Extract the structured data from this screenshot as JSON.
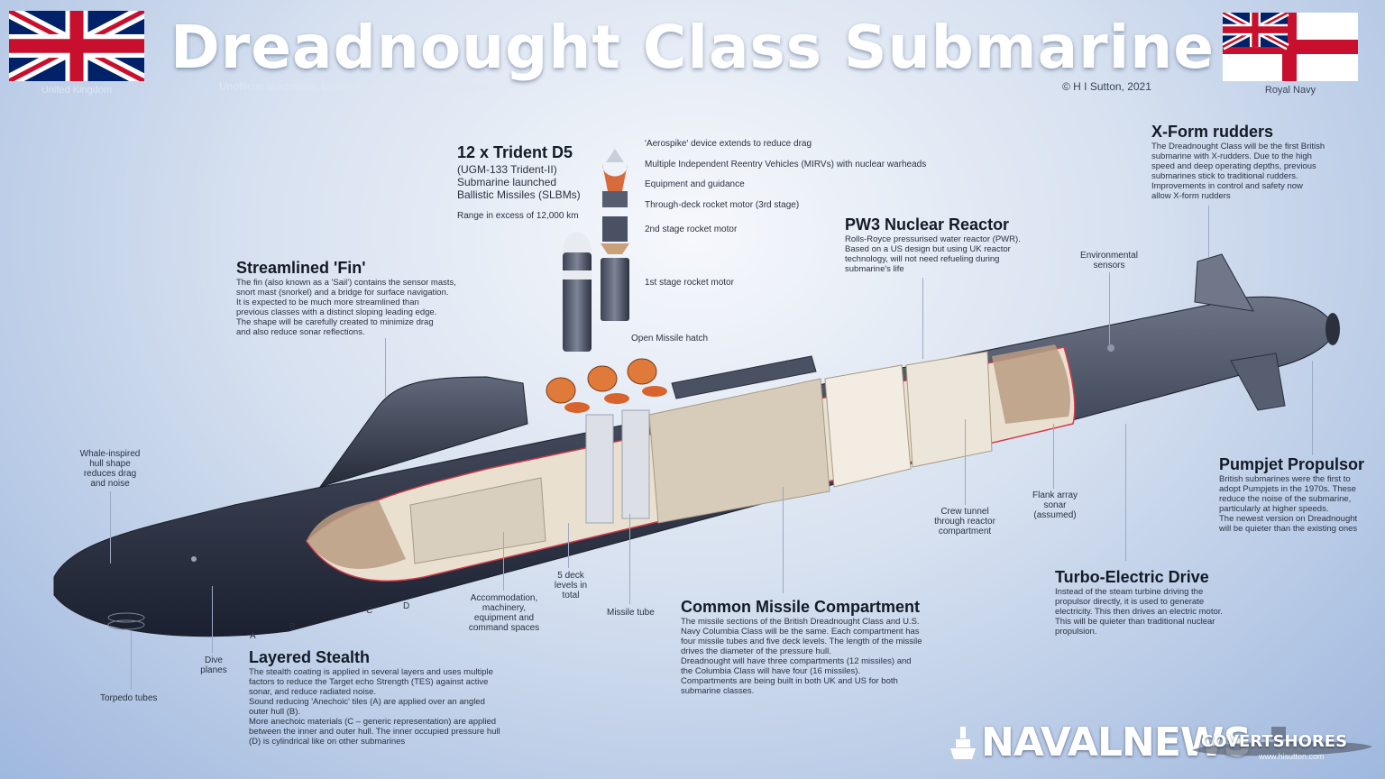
{
  "header": {
    "title": "Dreadnought Class Submarine",
    "subtitle": "Unofficial illustration, based on analysis of open sources",
    "credit": "© H I Sutton, 2021",
    "flag_left_caption": "United Kingdom",
    "flag_right_caption": "Royal Navy"
  },
  "trident": {
    "title": "12 x Trident D5",
    "lines": [
      "(UGM-133 Trident-II)",
      "Submarine launched",
      "Ballistic Missiles (SLBMs)"
    ],
    "range": "Range in excess of 12,000 km",
    "parts": [
      "'Aerospike' device extends to reduce drag",
      "Multiple Independent Reentry Vehicles (MIRVs) with nuclear warheads",
      "Equipment and guidance",
      "Through-deck rocket motor (3rd stage)",
      "2nd stage rocket motor",
      "1st stage rocket motor"
    ]
  },
  "fin": {
    "title": "Streamlined 'Fin'",
    "text": [
      "The fin (also known as a 'Sail') contains the sensor masts,",
      "snort mast (snorkel) and a bridge for surface navigation.",
      "It is expected to be much more streamlined than",
      "previous classes with a distinct sloping leading edge.",
      "The shape will be carefully created to minimize drag",
      "and also reduce sonar reflections."
    ]
  },
  "reactor": {
    "title": "PW3 Nuclear Reactor",
    "text": [
      "Rolls-Royce pressurised water reactor (PWR).",
      "Based on a US design but using UK reactor",
      "technology, will not need refueling during",
      "submarine's life"
    ]
  },
  "rudders": {
    "title": "X-Form rudders",
    "text": [
      "The Dreadnought Class will be the first British",
      "submarine with X-rudders. Due to the high",
      "speed and deep operating depths, previous",
      "submarines stick to traditional rudders.",
      "Improvements in control and safety now",
      "allow X-form rudders"
    ]
  },
  "pumpjet": {
    "title": "Pumpjet Propulsor",
    "text": [
      "British submarines were the first to",
      "adopt Pumpjets in the 1970s. These",
      "reduce the noise of the submarine,",
      "particularly at higher speeds.",
      "The newest version on Dreadnought",
      "will be quieter than the existing ones"
    ]
  },
  "turbo": {
    "title": "Turbo-Electric Drive",
    "text": [
      "Instead of the steam turbine driving the",
      "propulsor directly, it is used to generate",
      "electricity. This then drives an electric motor.",
      "This will be quieter than traditional nuclear",
      "propulsion."
    ]
  },
  "cmc": {
    "title": "Common Missile Compartment",
    "text": [
      "The missile sections of the British Dreadnought Class and U.S.",
      "Navy Columbia Class will be the same. Each compartment has",
      "four missile tubes and five deck levels. The length of the missile",
      "drives the diameter of the pressure hull.",
      "Dreadnought will have three compartments (12 missiles) and",
      "the Columbia Class will have four (16 missiles).",
      "Compartments are being built in both UK and US for both",
      "submarine classes."
    ]
  },
  "stealth": {
    "title": "Layered Stealth",
    "text": [
      "The stealth coating is applied in several layers and uses multiple",
      "factors to reduce the Target echo Strength (TES) against active",
      "sonar, and reduce radiated noise.",
      "Sound reducing 'Anechoic' tiles (A) are applied over an angled",
      "outer hull (B).",
      "More anechoic materials (C – generic representation) are applied",
      "between the inner and outer hull. The inner occupied pressure hull",
      "(D) is cylindrical like on other submarines"
    ]
  },
  "labels": {
    "whale": [
      "Whale-inspired",
      "hull shape",
      "reduces drag",
      "and noise"
    ],
    "dive_planes": [
      "Dive",
      "planes"
    ],
    "torpedo_tubes": "Torpedo tubes",
    "accommodation": [
      "Accommodation,",
      "machinery,",
      "equipment and",
      "command spaces"
    ],
    "deck_levels": [
      "5 deck",
      "levels in",
      "total"
    ],
    "missile_tube": "Missile tube",
    "open_hatch": "Open Missile hatch",
    "crew_tunnel": [
      "Crew tunnel",
      "through reactor",
      "compartment"
    ],
    "flank_array": [
      "Flank array",
      "sonar",
      "(assumed)"
    ],
    "env_sensors": [
      "Environmental",
      "sensors"
    ],
    "hull_credit": "© H I Sutton, 2021",
    "letter_a": "A",
    "letter_b": "B",
    "letter_c": "C",
    "letter_d": "D"
  },
  "logos": {
    "navalnews": "NAVALNEWS",
    "covertshores": "COVERTSHORES",
    "covertshores_url": "www.hisutton.com"
  },
  "colors": {
    "hull": "#3b4253",
    "hull_dark": "#1e2330",
    "interior": "#e9e0d0",
    "tiles": "#b89c82",
    "cut_edge": "#d23a4a",
    "missile_tip": "#e07a3a"
  }
}
